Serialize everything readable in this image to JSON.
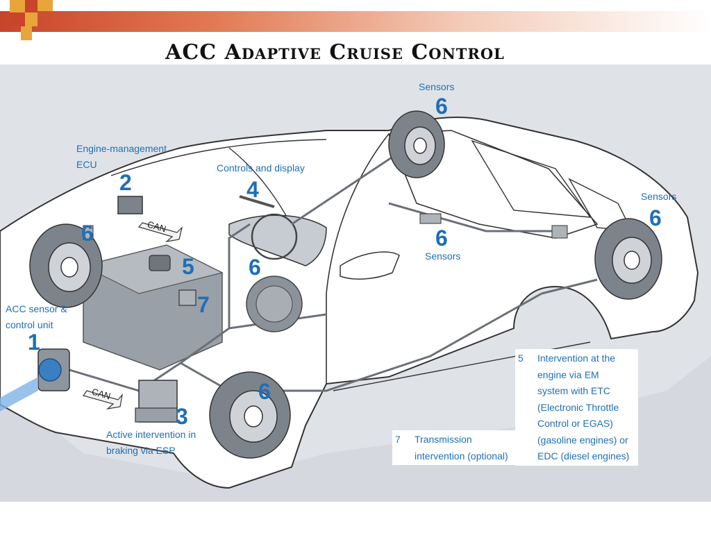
{
  "slide": {
    "title": "ACC Adaptive Cruise Control"
  },
  "labels": {
    "engine_ecu": "Engine-management\nECU",
    "controls": "Controls and display",
    "acc_sensor": "ACC sensor &\ncontrol unit",
    "active_braking": "Active intervention in\nbraking via ESP",
    "sensors_top": "Sensors",
    "sensors_mid": "Sensors",
    "sensors_right": "Sensors",
    "can_upper": "CAN",
    "can_lower": "CAN"
  },
  "numbers": {
    "n1": "1",
    "n2": "2",
    "n3": "3",
    "n4": "4",
    "n5": "5",
    "n6_front_left": "6",
    "n6_top": "6",
    "n6_mid": "6",
    "n6_right": "6",
    "n6_engine": "6",
    "n6_front_wheel": "6",
    "n7": "7"
  },
  "notes": {
    "note5": {
      "num": "5",
      "text": "Intervention at the\nengine via EM\nsystem with ETC\n(Electronic Throttle\nControl or EGAS)\n(gasoline engines) or\nEDC (diesel engines)"
    },
    "note7": {
      "num": "7",
      "text": "Transmission\nintervention (optional)"
    }
  },
  "colors": {
    "label_blue": "#1f6fb5",
    "header_red": "#c8442a",
    "logo_orange": "#e8a53a",
    "figure_bg": "#dfe3e8"
  }
}
